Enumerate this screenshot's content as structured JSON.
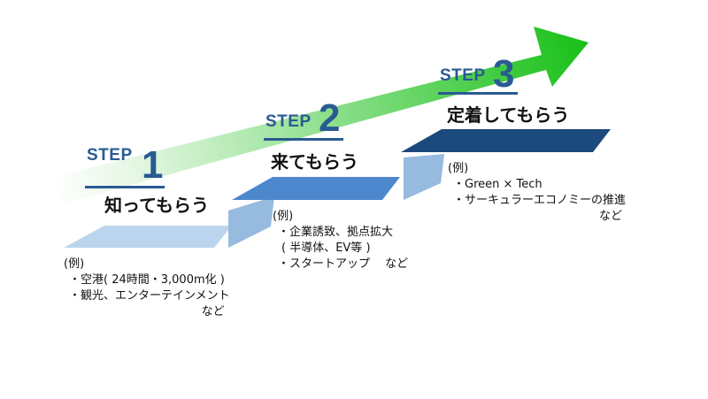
{
  "colors": {
    "arrow_light": "#e6f7e4",
    "arrow_dark": "#18c018",
    "step_text": "#2a5a92",
    "step1_top": "#bcd5ee",
    "step1_side": "#97badf",
    "step2_top": "#4d88cf",
    "step2_side": "#97badf",
    "step3_top": "#1d4a7c",
    "step3_side": "#97badf"
  },
  "steps": [
    {
      "step_word": "STEP",
      "number": "1",
      "title": "知ってもらう",
      "example_heading": "(例)",
      "example_lines": [
        "・空港( 24時間・3,000m化 )",
        "・観光、エンターテインメント"
      ],
      "example_suffix": "など"
    },
    {
      "step_word": "STEP",
      "number": "2",
      "title": "来てもらう",
      "example_heading": "(例)",
      "example_lines": [
        "・企業誘致、拠点拡大",
        "( 半導体、EV等 )",
        "・スタートアップ　 など"
      ],
      "example_suffix": ""
    },
    {
      "step_word": "STEP",
      "number": "3",
      "title": "定着してもらう",
      "example_heading": "(例)",
      "example_lines": [
        "・Green × Tech",
        "・サーキュラーエコノミーの推進"
      ],
      "example_suffix": "など"
    }
  ]
}
